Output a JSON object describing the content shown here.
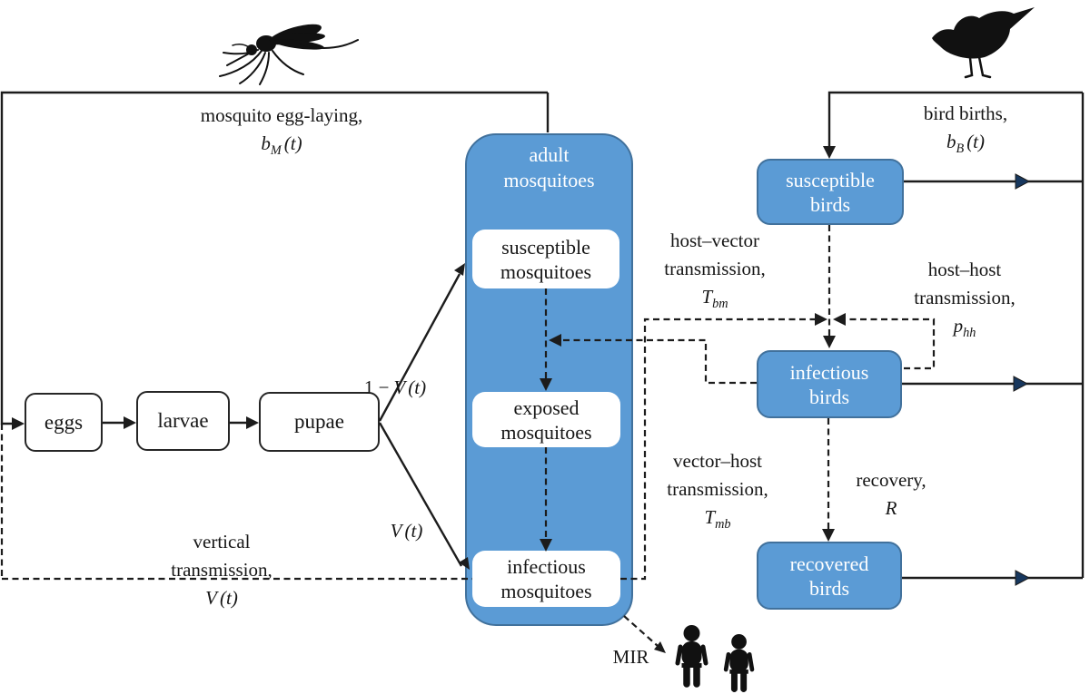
{
  "colors": {
    "node_fill": "#5b9bd5",
    "node_border": "#41719c",
    "line": "#1c1c1c",
    "accent_arrow": "#17375e"
  },
  "nodes": {
    "eggs": {
      "label": "eggs"
    },
    "larvae": {
      "label": "larvae"
    },
    "pupae": {
      "label": "pupae"
    },
    "adult_mosquitoes": {
      "line1": "adult",
      "line2": "mosquitoes"
    },
    "susceptible_mosquitoes": {
      "line1": "susceptible",
      "line2": "mosquitoes"
    },
    "exposed_mosquitoes": {
      "line1": "exposed",
      "line2": "mosquitoes"
    },
    "infectious_mosquitoes": {
      "line1": "infectious",
      "line2": "mosquitoes"
    },
    "susceptible_birds": {
      "line1": "susceptible",
      "line2": "birds"
    },
    "infectious_birds": {
      "line1": "infectious",
      "line2": "birds"
    },
    "recovered_birds": {
      "line1": "recovered",
      "line2": "birds"
    }
  },
  "labels": {
    "egg_laying": {
      "text": "mosquito egg-laying,",
      "var": "b",
      "sub": "M",
      "arg": "(t)"
    },
    "bird_births": {
      "text": "bird births,",
      "var": "b",
      "sub": "B",
      "arg": "(t)"
    },
    "branch_uninfected": {
      "prefix": "1 −",
      "var": "V",
      "arg": "(t)"
    },
    "branch_infected": {
      "var": "V",
      "arg": "(t)"
    },
    "vertical_transmission": {
      "line1": "vertical",
      "line2": "transmission,",
      "var": "V",
      "arg": "(t)"
    },
    "host_vector": {
      "line1": "host–vector",
      "line2": "transmission,",
      "var": "T",
      "sub": "bm"
    },
    "host_host": {
      "line1": "host–host",
      "line2": "transmission,",
      "var": "p",
      "sub": "hh"
    },
    "vector_host": {
      "line1": "vector–host",
      "line2": "transmission,",
      "var": "T",
      "sub": "mb"
    },
    "recovery": {
      "line1": "recovery,",
      "var": "R"
    },
    "mir": {
      "text": "MIR"
    }
  }
}
